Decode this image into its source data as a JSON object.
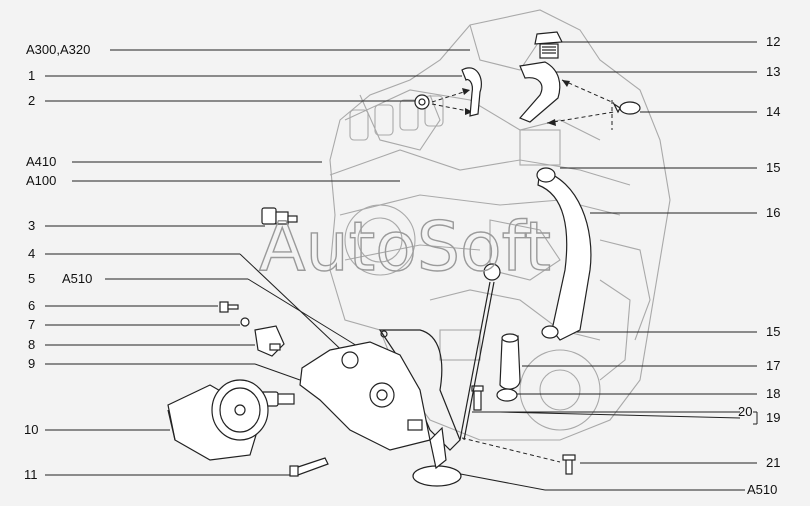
{
  "watermark": "AutoSoft",
  "labels": {
    "a300_a320": "A300,A320",
    "n1": "1",
    "n2": "2",
    "a410": "A410",
    "a100": "A100",
    "n3": "3",
    "n4": "4",
    "n5": "5",
    "a510_left": "A510",
    "n6": "6",
    "n7": "7",
    "n8": "8",
    "n9": "9",
    "n10": "10",
    "n11": "11",
    "n12": "12",
    "n13": "13",
    "n14": "14",
    "n15a": "15",
    "n16": "16",
    "n15b": "15",
    "n17": "17",
    "n18": "18",
    "n20": "20",
    "n19": "19",
    "n21": "21",
    "a510_bottom": "A510"
  },
  "colors": {
    "line": "#222222",
    "faint": "#a9a9a9",
    "bg": "#f3f3f3"
  }
}
